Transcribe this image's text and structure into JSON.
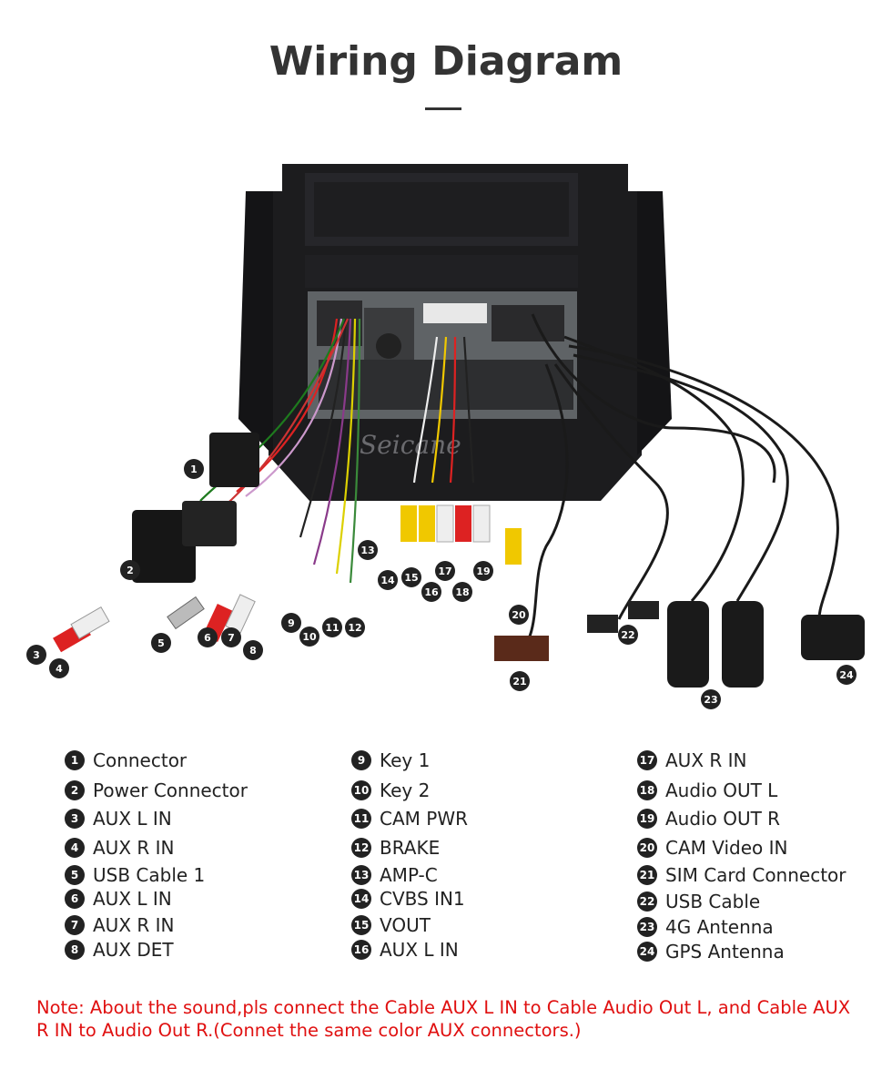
{
  "title": "Wiring Diagram",
  "watermark": "Seicane",
  "legend": [
    {
      "num": "1",
      "label": "Connector"
    },
    {
      "num": "2",
      "label": "Power Connector"
    },
    {
      "num": "3",
      "label": "AUX L IN"
    },
    {
      "num": "4",
      "label": "AUX R IN"
    },
    {
      "num": "5",
      "label": "USB Cable 1"
    },
    {
      "num": "6",
      "label": "AUX L IN"
    },
    {
      "num": "7",
      "label": "AUX R IN"
    },
    {
      "num": "8",
      "label": "AUX DET"
    },
    {
      "num": "9",
      "label": "Key 1"
    },
    {
      "num": "10",
      "label": "Key 2"
    },
    {
      "num": "11",
      "label": "CAM PWR"
    },
    {
      "num": "12",
      "label": "BRAKE"
    },
    {
      "num": "13",
      "label": "AMP-C"
    },
    {
      "num": "14",
      "label": "CVBS IN1"
    },
    {
      "num": "15",
      "label": "VOUT"
    },
    {
      "num": "16",
      "label": "AUX L IN"
    },
    {
      "num": "17",
      "label": "AUX R IN"
    },
    {
      "num": "18",
      "label": "Audio OUT L"
    },
    {
      "num": "19",
      "label": "Audio OUT R"
    },
    {
      "num": "20",
      "label": "CAM Video IN"
    },
    {
      "num": "21",
      "label": "SIM Card Connector"
    },
    {
      "num": "22",
      "label": "USB Cable"
    },
    {
      "num": "23",
      "label": "4G Antenna"
    },
    {
      "num": "24",
      "label": "GPS Antenna"
    }
  ],
  "note": "Note: About the sound,pls connect the Cable AUX L IN to Cable Audio Out L, and Cable AUX R IN to  Audio Out R.(Connet the same color AUX connectors.)",
  "colors": {
    "note": "#e01010",
    "badge": "#222222",
    "title": "#333333"
  }
}
